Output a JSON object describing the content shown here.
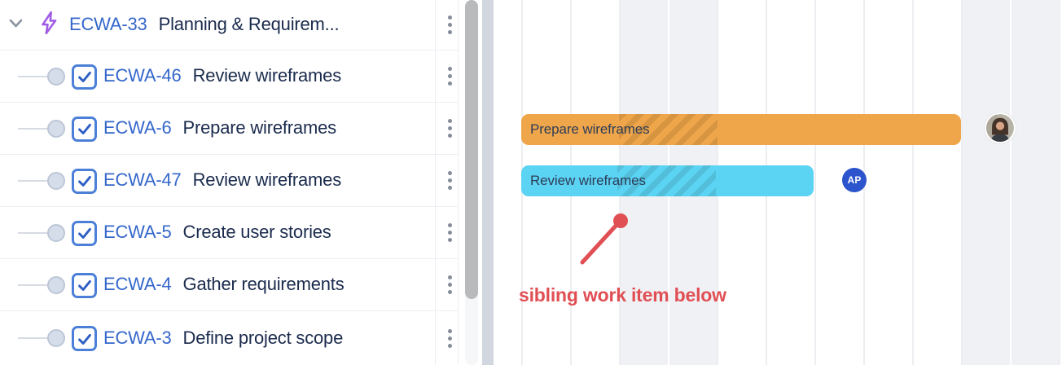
{
  "panel": {
    "rows": [
      {
        "key": "ECWA-33",
        "summary": "Planning & Requirem...",
        "type": "epic",
        "icon": "epic-lightning-icon"
      },
      {
        "key": "ECWA-46",
        "summary": "Review wireframes",
        "type": "task",
        "icon": "task-checkbox-icon"
      },
      {
        "key": "ECWA-6",
        "summary": "Prepare wireframes",
        "type": "task",
        "icon": "task-checkbox-icon"
      },
      {
        "key": "ECWA-47",
        "summary": "Review wireframes",
        "type": "task",
        "icon": "task-checkbox-icon"
      },
      {
        "key": "ECWA-5",
        "summary": "Create user stories",
        "type": "task",
        "icon": "task-checkbox-icon"
      },
      {
        "key": "ECWA-4",
        "summary": "Gather requirements",
        "type": "task",
        "icon": "task-checkbox-icon"
      },
      {
        "key": "ECWA-3",
        "summary": "Define project scope",
        "type": "task",
        "icon": "task-checkbox-icon"
      }
    ]
  },
  "timeline": {
    "bars": [
      {
        "label": "Prepare wireframes",
        "color": "#EFA64A",
        "row_key": "ECWA-6"
      },
      {
        "label": "Review wireframes",
        "color": "#5BD3F3",
        "row_key": "ECWA-47"
      }
    ],
    "assignee_badge_initials": "AP",
    "badge_color": "#2C54CC",
    "weekend_color": "#F0F1F4"
  },
  "annotation": {
    "text": "sibling work item below",
    "color": "#E04F54"
  },
  "colors": {
    "key_link_blue": "#3567CB",
    "summary_text": "#1B2B4D",
    "epic_purple": "#A15CE5",
    "checkbox_blue": "#4C80D8",
    "divider": "#D2D7DF"
  }
}
